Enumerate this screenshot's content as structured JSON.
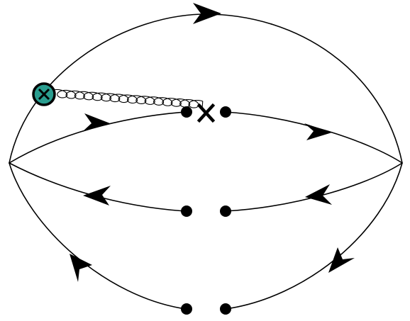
{
  "diagram": {
    "type": "feynman-diagram",
    "colors": {
      "line": "#000000",
      "background": "#ffffff",
      "vertex_fill": "#2a9d8f",
      "vertex_outline": "#000000"
    },
    "vertices": [
      {
        "name": "left-vertex",
        "kind": "junction"
      },
      {
        "name": "right-vertex",
        "kind": "junction"
      },
      {
        "name": "insertion-vertex",
        "kind": "circled-cross-icon"
      },
      {
        "name": "current-insertion",
        "kind": "cross-icon"
      }
    ],
    "propagators": [
      {
        "name": "outer-top-line",
        "arrow": "right"
      },
      {
        "name": "middle-upper-line",
        "arrow": "right",
        "cut": true
      },
      {
        "name": "middle-lower-line",
        "arrow": "left",
        "cut": true
      },
      {
        "name": "outer-bottom-line",
        "arrow": "left",
        "cut": true
      }
    ],
    "gluon": {
      "from": "insertion-vertex",
      "to": "current-insertion",
      "style": "curly"
    }
  }
}
